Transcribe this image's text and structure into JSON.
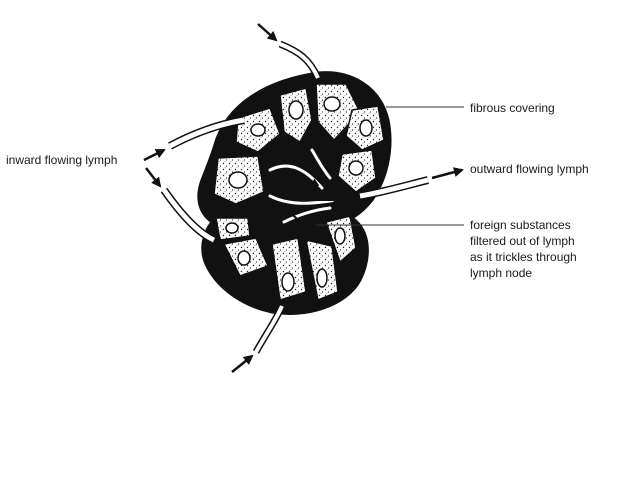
{
  "diagram": {
    "labels": {
      "inward_flowing_lymph": "inward flowing lymph",
      "fibrous_covering": "fibrous covering",
      "outward_flowing_lymph": "outward flowing lymph",
      "foreign_substances": [
        "foreign substances",
        "filtered out of lymph",
        "as it trickles through",
        "lymph node"
      ]
    },
    "colors": {
      "ink": "#111111",
      "paper": "#ffffff"
    }
  }
}
